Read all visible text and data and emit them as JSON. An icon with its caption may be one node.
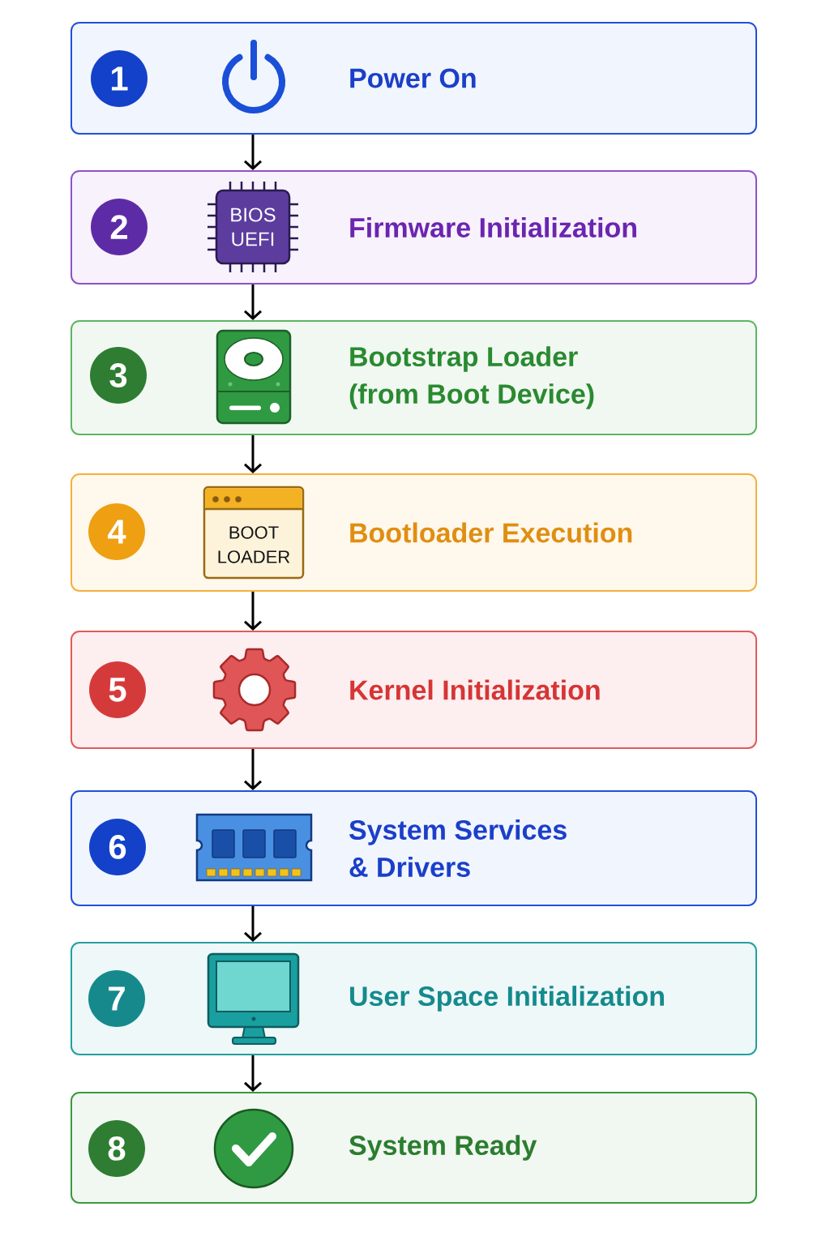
{
  "diagram": {
    "nodes": [
      {
        "text": [
          "Power On"
        ]
      },
      {
        "text": [
          "1"
        ],
        "in": 0
      },
      {
        "text": [
          "Firmware Initialization"
        ]
      },
      {
        "text": [
          "2"
        ],
        "in": 2
      },
      {
        "text": [
          "BIOS UEFI"
        ],
        "in": 2
      },
      {
        "text": [
          "Bootstrap Loader (from Boot Device)"
        ]
      },
      {
        "text": [
          "3"
        ],
        "in": 5
      },
      {
        "text": [
          "Bootloader Execution"
        ]
      },
      {
        "text": [
          "4"
        ],
        "in": 7
      },
      {
        "text": [
          "BOOT LOADER"
        ],
        "in": 7
      },
      {
        "text": [
          "Kernel Initialization"
        ]
      },
      {
        "text": [
          "5"
        ],
        "in": 10
      },
      {
        "text": [
          "System Services & Drivers"
        ]
      },
      {
        "text": [
          "6"
        ],
        "in": 12
      },
      {
        "text": [
          "User Space Initialization"
        ]
      },
      {
        "text": [
          "7"
        ],
        "in": 14
      },
      {
        "text": [
          "System Ready"
        ]
      },
      {
        "text": [
          "8"
        ],
        "in": 16
      }
    ],
    "edges": [
      {
        "from": 0,
        "to": 2,
        "arrow": "to"
      },
      {
        "from": 2,
        "to": 5,
        "arrow": "to"
      },
      {
        "from": 5,
        "to": 7,
        "arrow": "to"
      },
      {
        "from": 7,
        "to": 10,
        "arrow": "to"
      },
      {
        "from": 10,
        "to": 12,
        "arrow": "to"
      },
      {
        "from": 12,
        "to": 14,
        "arrow": "to"
      },
      {
        "from": 14,
        "to": 16,
        "arrow": "to"
      }
    ]
  }
}
